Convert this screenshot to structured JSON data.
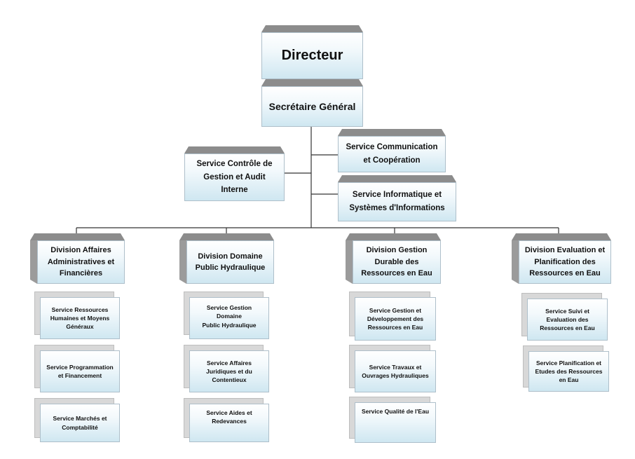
{
  "director": "Directeur",
  "secretary": "Secrétaire Général",
  "staff": {
    "control": [
      "Service Contrôle de",
      "Gestion et Audit",
      "Interne"
    ],
    "communication": [
      "Service Communication",
      "et Coopération"
    ],
    "informatics": [
      "Service Informatique et",
      "Systèmes d'Informations"
    ]
  },
  "divisions": [
    {
      "title": [
        "Division Affaires",
        "Administratives et",
        "Financières"
      ],
      "services": [
        [
          "Service Ressources",
          "Humaines et Moyens",
          "Généraux"
        ],
        [
          "Service Programmation",
          "et Financement"
        ],
        [
          "Service Marchés et",
          "Comptabilité"
        ]
      ]
    },
    {
      "title": [
        "Division Domaine",
        "Public Hydraulique"
      ],
      "services": [
        [
          "Service Gestion Domaine",
          "Public Hydraulique"
        ],
        [
          "Service Affaires",
          "Juridiques et du",
          "Contentieux"
        ],
        [
          "Service Aides et",
          "Redevances"
        ]
      ]
    },
    {
      "title": [
        "Division Gestion",
        "Durable des",
        "Ressources en Eau"
      ],
      "services": [
        [
          "Service Gestion et",
          "Développement des",
          "Ressources en Eau"
        ],
        [
          "Service Travaux et",
          "Ouvrages Hydrauliques"
        ],
        [
          "Service Qualité de l'Eau"
        ]
      ]
    },
    {
      "title": [
        "Division Evaluation et",
        "Planification des",
        "Ressources en Eau"
      ],
      "services": [
        [
          "Service Suivi et",
          "Evaluation des",
          "Ressources en Eau"
        ],
        [
          "Service Planification et",
          "Etudes des Ressources",
          "en Eau"
        ]
      ]
    }
  ]
}
